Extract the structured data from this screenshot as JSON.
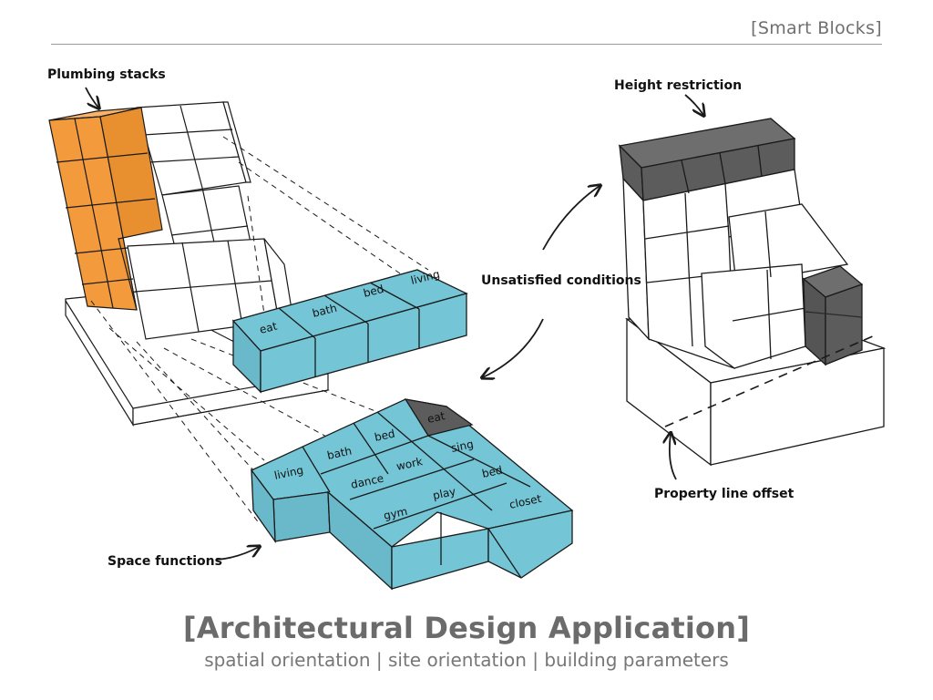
{
  "header": {
    "label": "[Smart Blocks]"
  },
  "title": "[Architectural Design Application]",
  "subtitle": "spatial orientation  |  site orientation  |  building parameters",
  "annotations": {
    "plumbing": "Plumbing stacks",
    "height": "Height restriction",
    "unsatisfied": "Unsatisfied conditions",
    "property": "Property line offset",
    "space": "Space functions"
  },
  "bar_cells": [
    "eat",
    "bath",
    "bed",
    "living"
  ],
  "floor_cells": {
    "eat": "eat",
    "bed": "bed",
    "bath": "bath",
    "sing": "sing",
    "work": "work",
    "living": "living",
    "dance": "dance",
    "bed2": "bed",
    "play": "play",
    "gym": "gym",
    "closet": "closet"
  },
  "colors": {
    "plumbing": "#f29a3c",
    "space": "#74c6d6",
    "restricted": "#5c5c5c",
    "line": "#1a1a1a"
  }
}
